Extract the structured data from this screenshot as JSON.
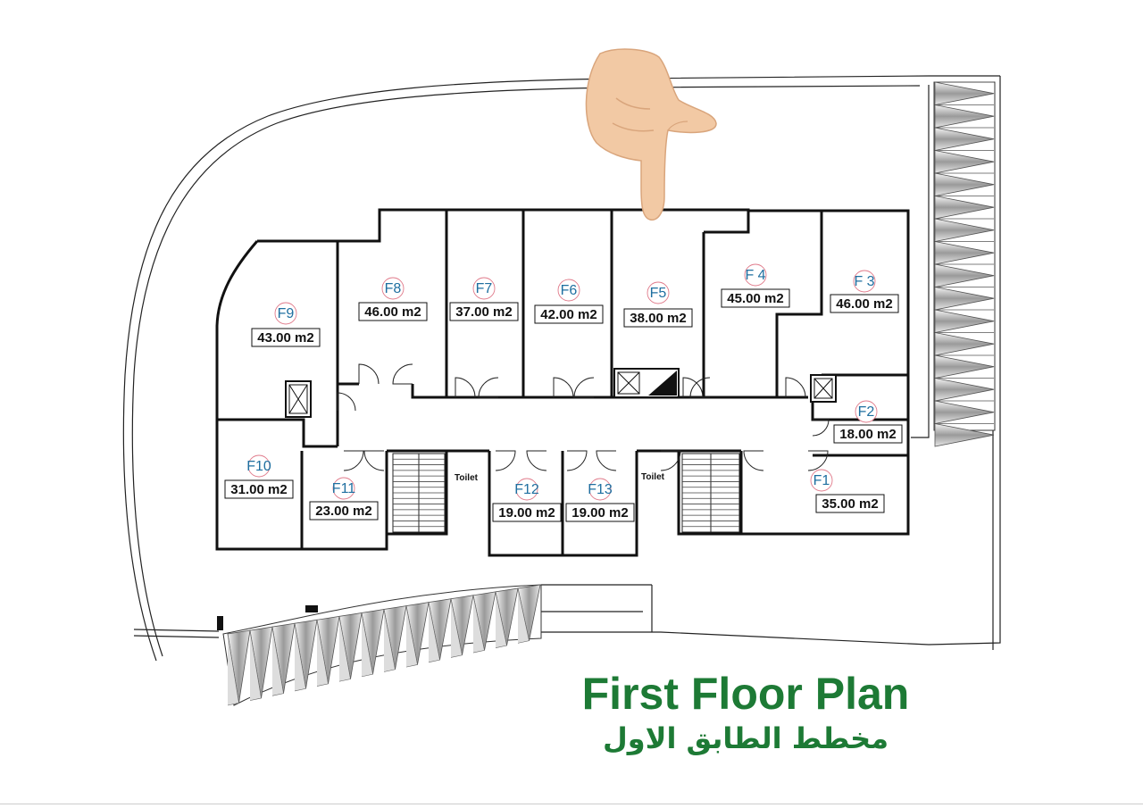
{
  "title": "First Floor Plan",
  "subtitle_ar": "مخطط الطابق الاول",
  "toilet_label": "Toilet",
  "colors": {
    "title": "#1d7a35",
    "unit_id": "#1f6fa0",
    "id_circle": "#e07a8a",
    "wall": "#111111",
    "hand": "#f2c9a4"
  },
  "pointer_icon": "pointing-down-hand-icon",
  "units": [
    {
      "id": "F1",
      "area": "35.00 m2"
    },
    {
      "id": "F2",
      "area": "18.00 m2"
    },
    {
      "id": "F 3",
      "area": "46.00 m2"
    },
    {
      "id": "F 4",
      "area": "45.00 m2"
    },
    {
      "id": "F5",
      "area": "38.00 m2"
    },
    {
      "id": "F6",
      "area": "42.00 m2"
    },
    {
      "id": "F7",
      "area": "37.00 m2"
    },
    {
      "id": "F8",
      "area": "46.00 m2"
    },
    {
      "id": "F9",
      "area": "43.00 m2"
    },
    {
      "id": "F10",
      "area": "31.00 m2"
    },
    {
      "id": "F11",
      "area": "23.00 m2"
    },
    {
      "id": "F12",
      "area": "19.00 m2"
    },
    {
      "id": "F13",
      "area": "19.00 m2"
    }
  ]
}
